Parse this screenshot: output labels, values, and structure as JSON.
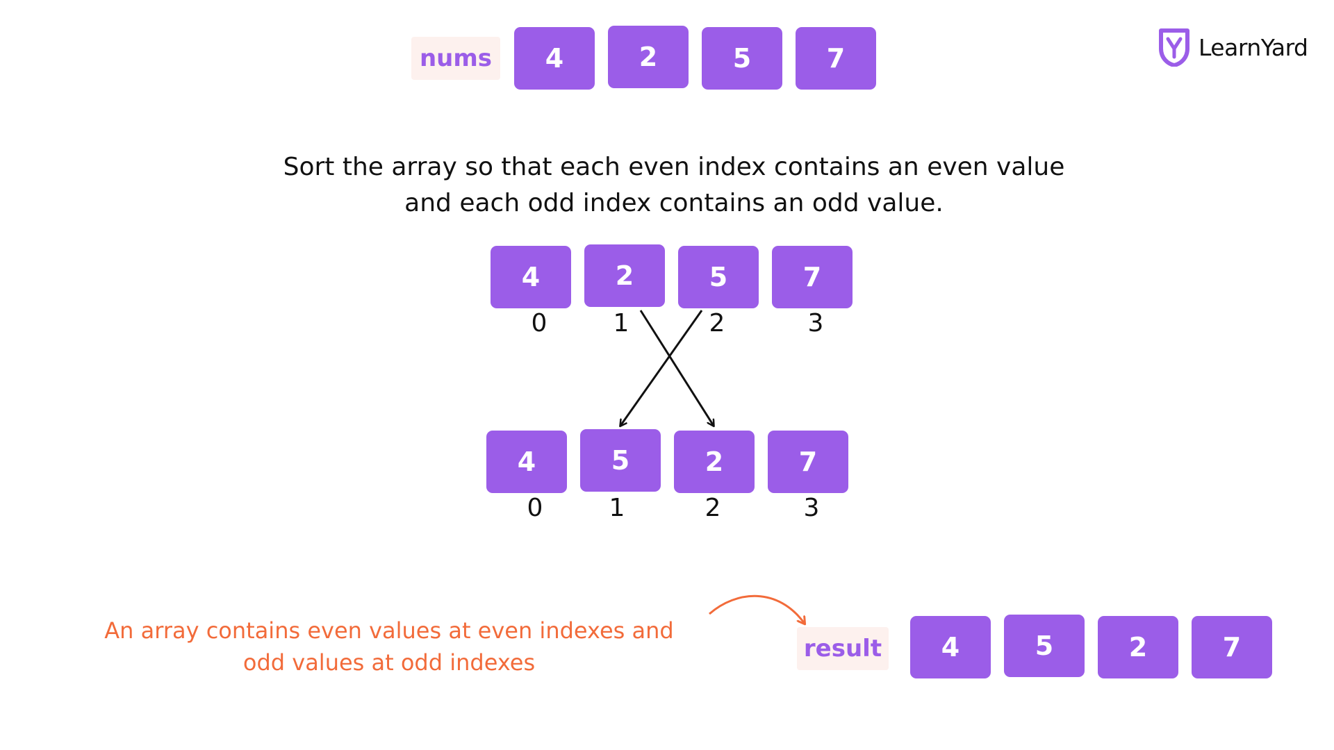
{
  "logo": {
    "text": "LearnYard",
    "color": "#9B5DE8"
  },
  "nums": {
    "label": "nums",
    "values": [
      "4",
      "2",
      "5",
      "7"
    ]
  },
  "instruction": {
    "line1": "Sort the array so that each even index contains an even value",
    "line2": "and each odd index contains an odd value."
  },
  "before": {
    "values": [
      "4",
      "2",
      "5",
      "7"
    ],
    "indices": [
      "0",
      "1",
      "2",
      "3"
    ]
  },
  "after": {
    "values": [
      "4",
      "5",
      "2",
      "7"
    ],
    "indices": [
      "0",
      "1",
      "2",
      "3"
    ]
  },
  "note": {
    "line1": "An array contains even values at even indexes and",
    "line2": "odd values at odd indexes"
  },
  "result": {
    "label": "result",
    "values": [
      "4",
      "5",
      "2",
      "7"
    ]
  },
  "colors": {
    "box": "#9B5DE8",
    "tag_bg": "#FDF1EE",
    "note": "#F26B3A",
    "arrow": "#111111"
  }
}
